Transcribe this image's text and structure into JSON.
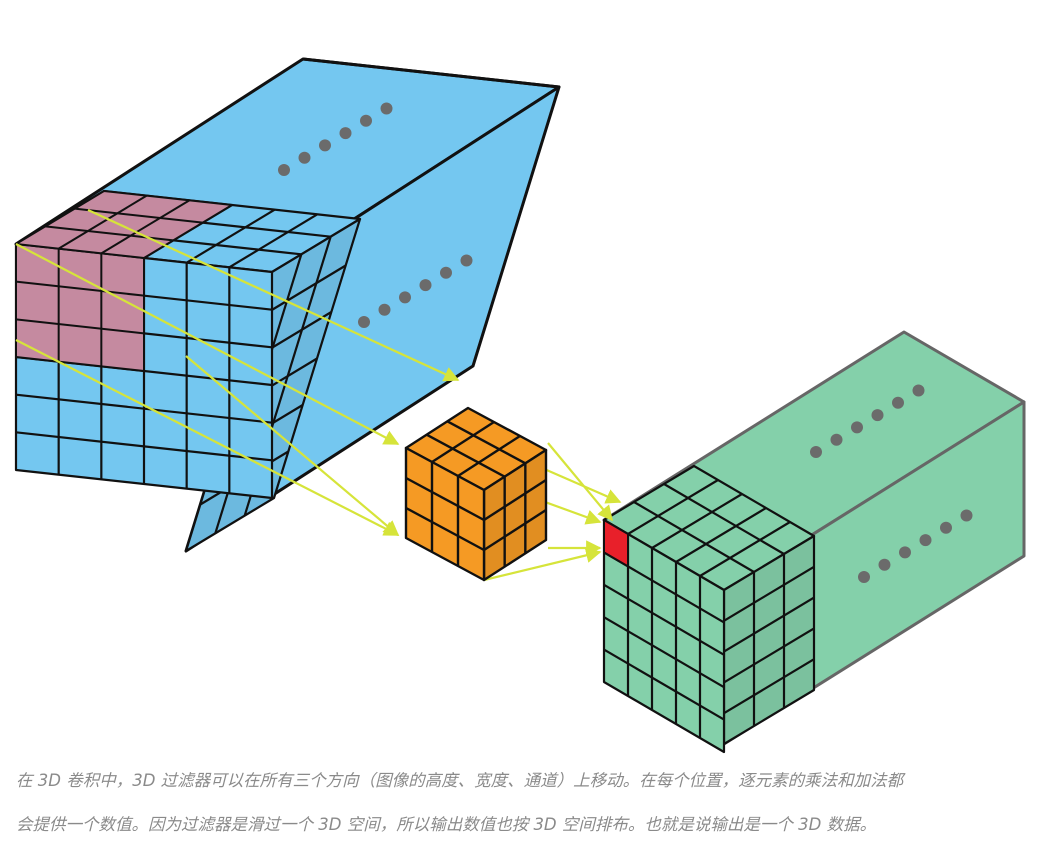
{
  "figure": {
    "input_volume": {
      "name": "input-volume",
      "color": "#74c7f0",
      "highlight_color": "#c58aa0"
    },
    "filter_cube": {
      "name": "3d-filter",
      "color": "#f59a24"
    },
    "output_volume": {
      "name": "output-volume",
      "color": "#84d0aa",
      "highlight_color": "#e8202a"
    },
    "arrow_color": "#d6e43a"
  },
  "caption": {
    "line1": "在 3D 卷积中，3D 过滤器可以在所有三个方向（图像的高度、宽度、通道）上移动。在每个位置，逐元素的乘法和加法都",
    "line2": "会提供一个数值。因为过滤器是滑过一个 3D 空间，所以输出数值也按 3D 空间排布。也就是说输出是一个 3D 数据。"
  }
}
